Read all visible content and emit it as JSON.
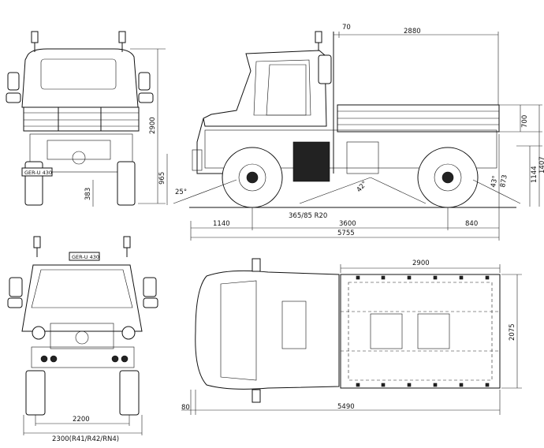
{
  "views": {
    "rear": {
      "height_dim": "2900",
      "wheel_dim": "383",
      "plate": "GER-U 430"
    },
    "side": {
      "top_dim_small": "70",
      "top_dim_large": "2880",
      "right_dims": [
        "700",
        "1144",
        "1407"
      ],
      "approach_height": "965",
      "approach_angle": "25°",
      "ramp_angle": "42°",
      "departure_angle": "43°",
      "departure_height": "873",
      "tire": "365/85 R20",
      "bottom_dims": [
        "1140",
        "3600",
        "840"
      ],
      "overall_length": "5755"
    },
    "front": {
      "plate": "GER-U 430",
      "track": "2200",
      "overall_width": "2300(R41/R42/RN4)"
    },
    "top": {
      "width_top": "2900",
      "width_side": "2075",
      "length": "5490",
      "front_offset": "80"
    }
  }
}
